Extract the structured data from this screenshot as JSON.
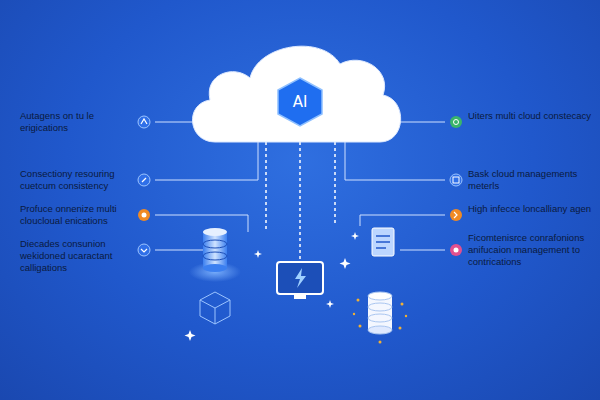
{
  "diagram": {
    "nodes": [
      {
        "text": [
          "AI"
        ]
      }
    ],
    "labels": [
      "Autagens on tu le erigications",
      "Consectiony resouring cuetcum consistency",
      "Profuce onnenize multi cloucloual enications",
      "Diecades consunion wekidoned ucaractant calligations",
      "Uiters multi cloud constecacy",
      "Bask cloud managements meterls",
      "High infecce loncalliany agen",
      "Ficomtenisrce conrafonions anifucaion management to contrications"
    ]
  }
}
